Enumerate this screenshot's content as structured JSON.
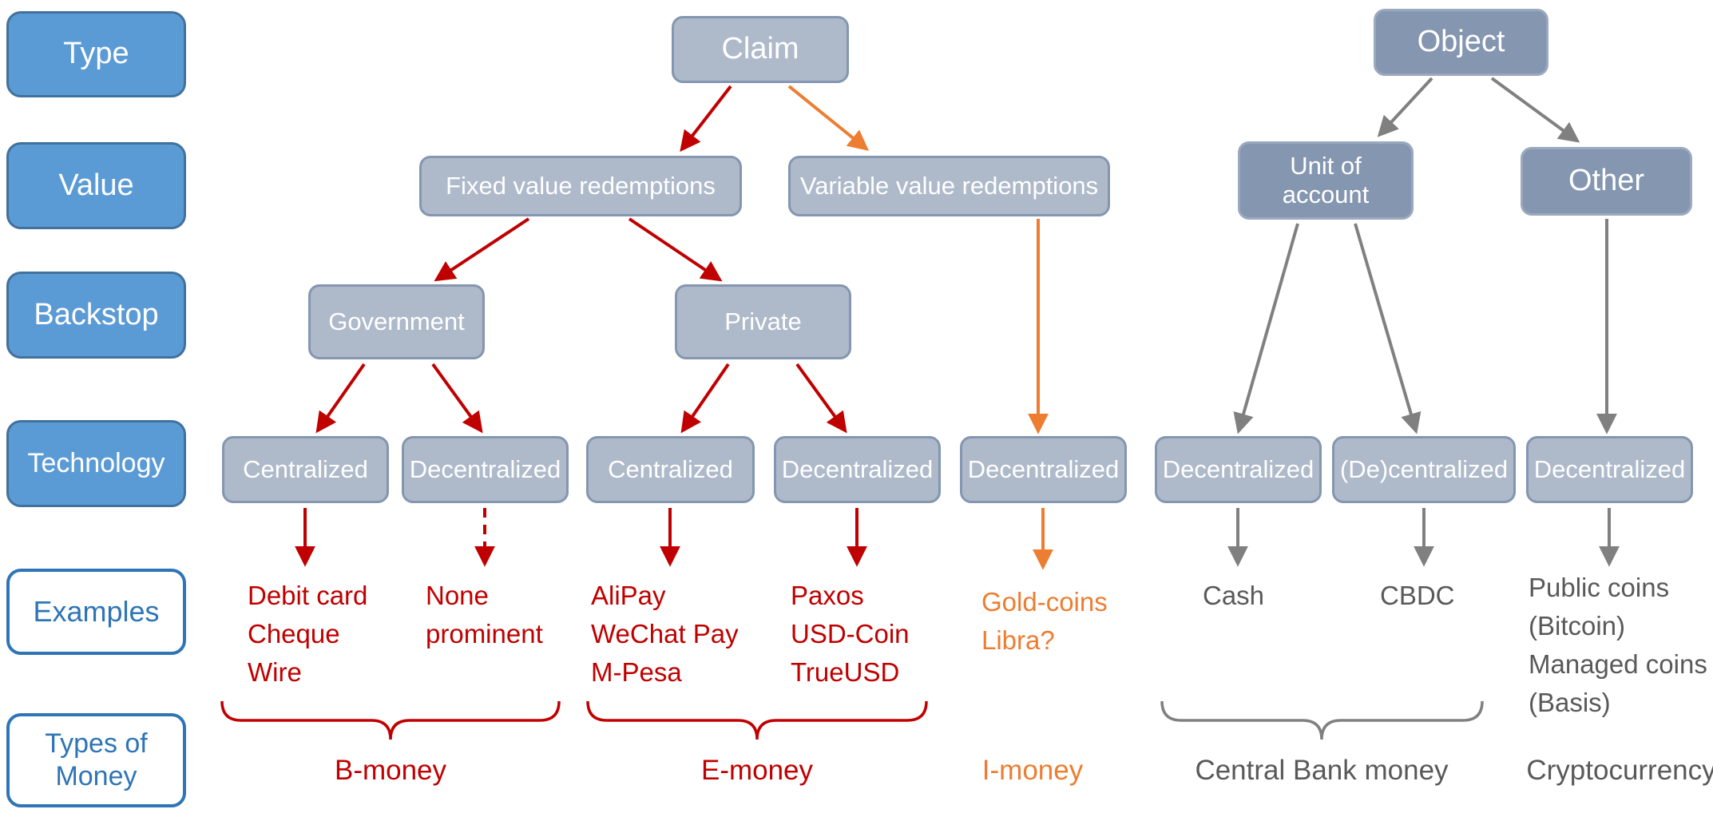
{
  "colors": {
    "red": "#C00000",
    "orange": "#ED7D31",
    "gray": "#808080",
    "gray_text": "#595959",
    "blue_fill": "#5B9BD5",
    "blue_border": "#2E75B6",
    "node_light": "#AEB9CA",
    "node_dark": "#8496B0"
  },
  "row_labels": {
    "type": "Type",
    "value": "Value",
    "backstop": "Backstop",
    "technology": "Technology",
    "examples": "Examples",
    "types_of_money": "Types of\nMoney"
  },
  "nodes": {
    "claim": "Claim",
    "object": "Object",
    "fixed": "Fixed value redemptions",
    "variable": "Variable value redemptions",
    "unit_of_account": "Unit of\naccount",
    "other": "Other",
    "government": "Government",
    "private": "Private",
    "tech": {
      "gov_centralized": "Centralized",
      "gov_decentralized": "Decentralized",
      "priv_centralized": "Centralized",
      "priv_decentralized": "Decentralized",
      "variable_decentralized": "Decentralized",
      "unit_decentralized": "Decentralized",
      "unit_de_centralized": "(De)centralized",
      "other_decentralized": "Decentralized"
    }
  },
  "examples": {
    "b_centralized": "Debit card\nCheque\nWire",
    "b_decentralized": "None\nprominent",
    "e_centralized": "AliPay\nWeChat Pay\nM-Pesa",
    "e_decentralized": "Paxos\nUSD-Coin\nTrueUSD",
    "i_money": "Gold-coins\nLibra?",
    "cash": "Cash",
    "cbdc": "CBDC",
    "crypto": "Public coins\n(Bitcoin)\nManaged coins\n(Basis)"
  },
  "money_types": {
    "b": "B-money",
    "e": "E-money",
    "i": "I-money",
    "central_bank": "Central Bank money",
    "crypto": "Cryptocurrency"
  }
}
